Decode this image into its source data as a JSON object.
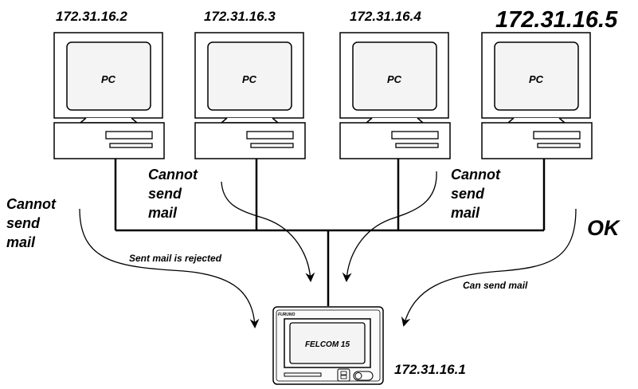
{
  "pcs": [
    {
      "ip": "172.31.16.2",
      "screen_label": "PC"
    },
    {
      "ip": "172.31.16.3",
      "screen_label": "PC"
    },
    {
      "ip": "172.31.16.4",
      "screen_label": "PC"
    },
    {
      "ip": "172.31.16.5",
      "screen_label": "PC"
    }
  ],
  "felcom": {
    "brand": "FURUNO",
    "screen_label": "FELCOM 15",
    "ip": "172.31.16.1"
  },
  "annotations": {
    "cannot_send_left": [
      "Cannot",
      "send",
      "mail"
    ],
    "cannot_send_mid_left": [
      "Cannot",
      "send",
      "mail"
    ],
    "cannot_send_mid_right": [
      "Cannot",
      "send",
      "mail"
    ],
    "ok": "OK",
    "sent_mail_rejected": "Sent mail is rejected",
    "can_send_mail": "Can send mail"
  }
}
